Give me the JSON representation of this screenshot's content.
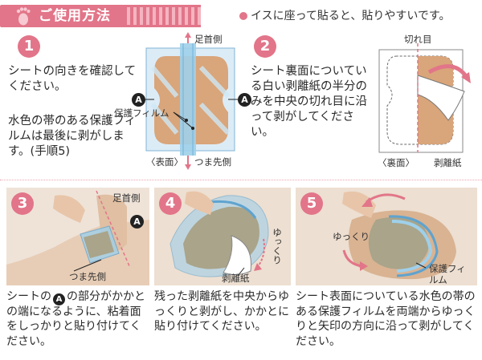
{
  "header": {
    "title": "ご使用方法",
    "tip": "イスに座って貼ると、貼りやすいです。"
  },
  "step1": {
    "number": "1",
    "text_a": "シートの向きを確認してください。",
    "text_b": "水色の帯のある保護フィルムは最後に剥がします。(手順5)",
    "label_top": "足首側",
    "label_bottom": "つま先側",
    "label_film": "保護フィルム",
    "label_front": "〈表面〉",
    "marker": "A"
  },
  "step2": {
    "number": "2",
    "text": "シート裏面についている白い剥離紙の半分のみを中央の切れ目に沿って剥がしてください。",
    "label_cut": "切れ目",
    "label_back": "〈裏面〉",
    "label_paper": "剥離紙"
  },
  "step3": {
    "number": "3",
    "label_top": "足首側",
    "label_bottom": "つま先側",
    "marker": "A",
    "text_pre": "シートの",
    "marker_inline": "A",
    "text_post": "の部分がかかとの端になるように、粘着面をしっかりと貼り付けてください。"
  },
  "step4": {
    "number": "4",
    "label_slow": "ゆっくり",
    "label_paper": "剥離紙",
    "text": "残った剥離紙を中央からゆっくりと剥がし、かかとに貼り付けてください。"
  },
  "step5": {
    "number": "5",
    "label_slow": "ゆっくり",
    "label_film": "保護フィルム",
    "text": "シート表面についている水色の帯のある保護フィルムを両端からゆっくりと矢印の方向に沿って剥がしてください。"
  },
  "colors": {
    "accent": "#e27589",
    "skin": "#d9a57a",
    "film": "#9fd0ea"
  },
  "icons": {
    "header": "footprint-icon"
  }
}
